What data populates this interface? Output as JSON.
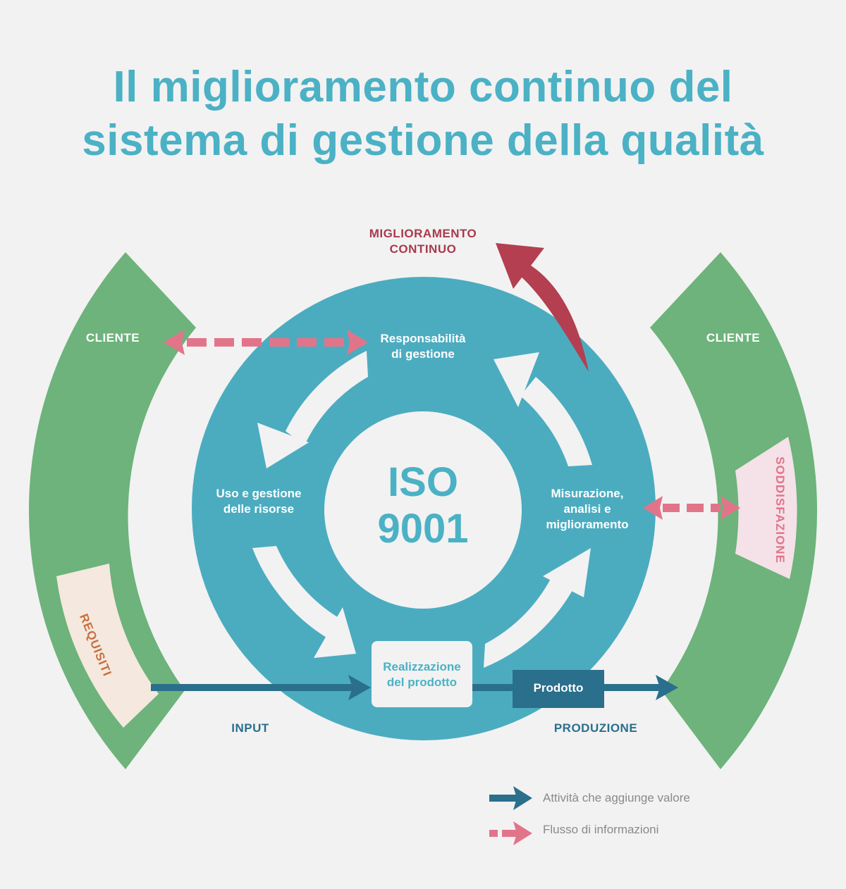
{
  "title": {
    "line1": "Il miglioramento continuo del",
    "line2": "sistema di gestione della qualità"
  },
  "colors": {
    "background": "#f2f2f2",
    "title": "#4bb1c5",
    "teal_circle": "#4bacc0",
    "green_arc": "#6db37b",
    "improvement_arrow": "#b33f50",
    "info_flow": "#e2748a",
    "value_flow": "#2a6f8c",
    "requisiti_box": "#f5e8de",
    "soddisfazione_box": "#f5e1e8"
  },
  "center": {
    "line1": "ISO",
    "line2": "9001"
  },
  "improvement": {
    "line1": "MIGLIORAMENTO",
    "line2": "CONTINUO"
  },
  "processes": {
    "responsabilita": {
      "line1": "Responsabilità",
      "line2": "di gestione"
    },
    "risorse": {
      "line1": "Uso e gestione",
      "line2": "delle risorse"
    },
    "misurazione": {
      "line1": "Misurazione,",
      "line2": "analisi e",
      "line3": "miglioramento"
    },
    "realizzazione": {
      "line1": "Realizzazione",
      "line2": "del prodotto"
    }
  },
  "left_client": {
    "label": "CLIENTE",
    "box_label": "REQUISITI"
  },
  "right_client": {
    "label": "CLIENTE",
    "box_label": "SODDISFAZIONE"
  },
  "flow": {
    "input_label": "INPUT",
    "output_label": "PRODUZIONE",
    "product_label": "Prodotto"
  },
  "legend": {
    "items": [
      {
        "icon": "solid-arrow-icon",
        "label": "Attività che aggiunge valore"
      },
      {
        "icon": "dashed-arrow-icon",
        "label": "Flusso di informazioni"
      }
    ]
  }
}
